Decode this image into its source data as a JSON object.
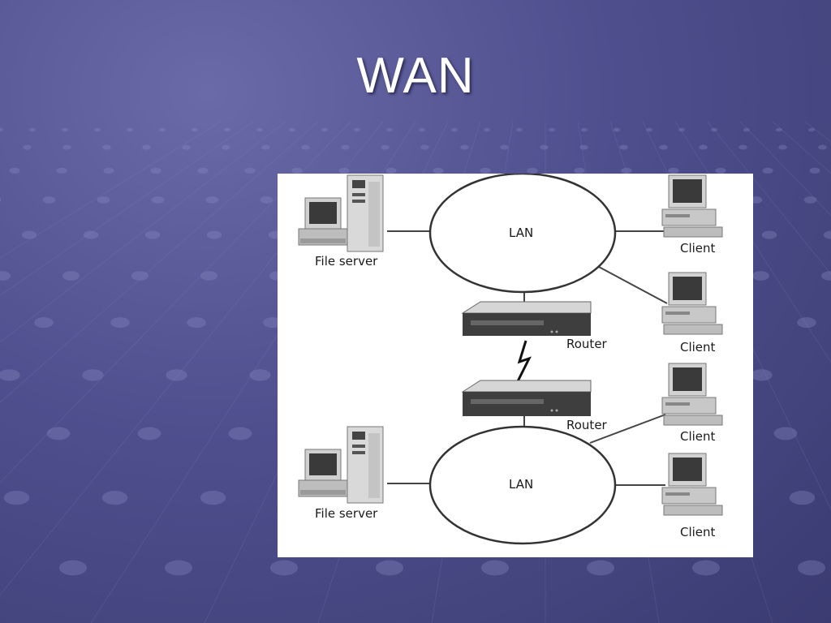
{
  "slide": {
    "title": "WAN"
  },
  "diagram": {
    "lan_top_label": "LAN",
    "lan_bottom_label": "LAN",
    "file_server_top_label": "File server",
    "file_server_bottom_label": "File server",
    "router_top_label": "Router",
    "router_bottom_label": "Router",
    "clients": [
      {
        "label": "Client"
      },
      {
        "label": "Client"
      },
      {
        "label": "Client"
      },
      {
        "label": "Client"
      }
    ]
  },
  "colors": {
    "background": "#4f4f8e",
    "title": "#ffffff",
    "diagram_background": "#ffffff",
    "lines": "#444444"
  }
}
